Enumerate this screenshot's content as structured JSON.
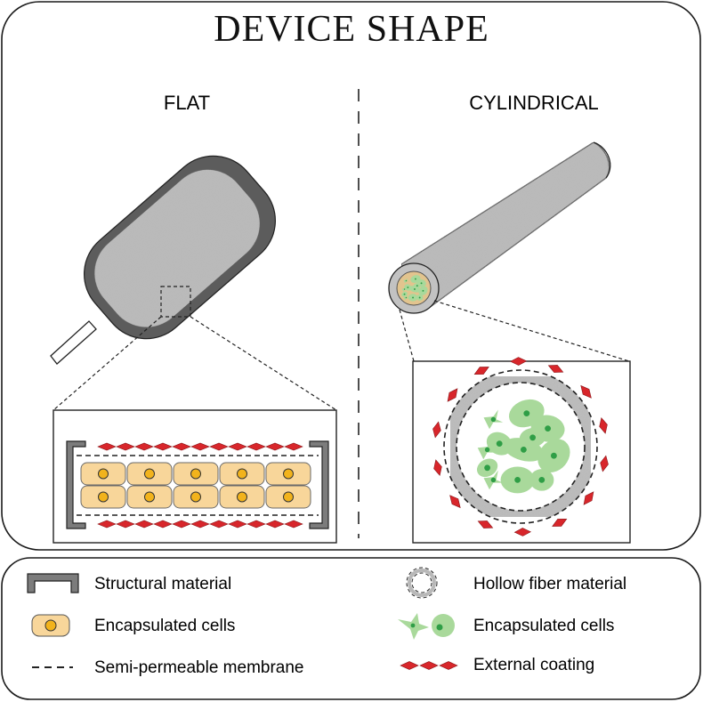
{
  "figure": {
    "title": "DEVICE SHAPE",
    "columns": {
      "flat": "FLAT",
      "cylindrical": "CYLINDRICAL"
    }
  },
  "legend": {
    "items": [
      {
        "key": "structural",
        "label": "Structural material",
        "icon": "structural-material-icon"
      },
      {
        "key": "flat_cells",
        "label": "Encapsulated cells",
        "icon": "encapsulated-cell-icon"
      },
      {
        "key": "membrane",
        "label": "Semi-permeable membrane",
        "icon": "dashed-membrane-icon"
      },
      {
        "key": "hollow_fiber",
        "label": "Hollow fiber material",
        "icon": "hollow-fiber-icon"
      },
      {
        "key": "cyl_cells",
        "label": "Encapsulated cells",
        "icon": "green-cells-icon"
      },
      {
        "key": "coating",
        "label": "External coating",
        "icon": "red-diamond-coating-icon"
      }
    ]
  },
  "colors": {
    "device_dark": "#5f5f5f",
    "device_light": "#b4b4b4",
    "cell_fill": "#f8d69a",
    "nucleus": "#f2b31c",
    "green_cell": "#a9d99b",
    "green_nucleus": "#2f9e46",
    "coating_red": "#d8262b"
  }
}
